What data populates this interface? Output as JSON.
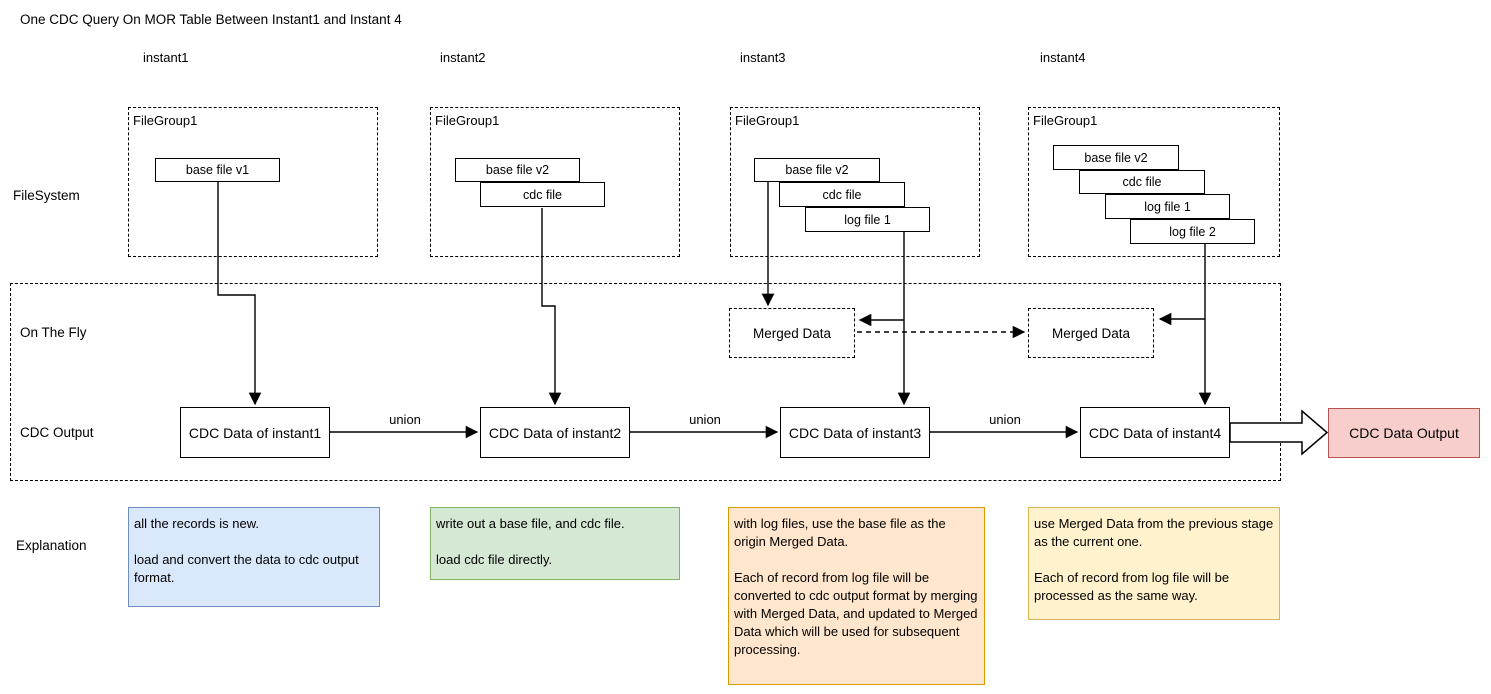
{
  "title": "One CDC Query On MOR Table Between Instant1 and Instant 4",
  "row_labels": {
    "filesystem": "FileSystem",
    "on_the_fly": "On The Fly",
    "cdc_output": "CDC Output",
    "explanation": "Explanation"
  },
  "union_label": "union",
  "columns": [
    {
      "instant": "instant1",
      "filegroup": "FileGroup1",
      "files": [
        "base file v1"
      ],
      "cdc_label": "CDC Data of instant1",
      "explanation": "all the records is new.\n\nload and convert the data to cdc output format.",
      "explanation_fill": "#dae8fc",
      "explanation_border": "#6c8ebf"
    },
    {
      "instant": "instant2",
      "filegroup": "FileGroup1",
      "files": [
        "base file v2",
        "cdc file"
      ],
      "cdc_label": "CDC Data of instant2",
      "explanation": "write out a base file, and cdc file.\n\nload cdc file directly.",
      "explanation_fill": "#d5e8d4",
      "explanation_border": "#82b366"
    },
    {
      "instant": "instant3",
      "filegroup": "FileGroup1",
      "files": [
        "base file v2",
        "cdc file",
        "log file 1"
      ],
      "merged_label": "Merged Data",
      "cdc_label": "CDC Data of instant3",
      "explanation": "with log files, use the base file as the origin Merged Data.\n\nEach of record from log file will be converted to cdc output format by merging with Merged Data, and updated to Merged Data which will be used for subsequent processing.",
      "explanation_fill": "#ffe6cc",
      "explanation_border": "#d79b00"
    },
    {
      "instant": "instant4",
      "filegroup": "FileGroup1",
      "files": [
        "base file v2",
        "cdc file",
        "log file 1",
        "log file 2"
      ],
      "merged_label": "Merged Data",
      "cdc_label": "CDC Data of instant4",
      "explanation": "use Merged Data from the previous stage as the current one.\n\nEach of record from log file will be processed as the same way.",
      "explanation_fill": "#fff2cc",
      "explanation_border": "#d6b656"
    }
  ],
  "output": {
    "label": "CDC Data Output",
    "fill": "#f8cecc",
    "border": "#b85450"
  }
}
